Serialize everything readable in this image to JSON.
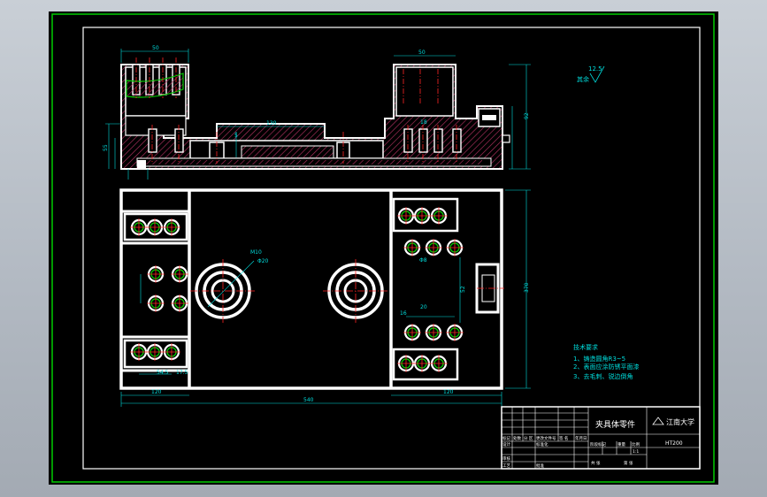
{
  "title_block": {
    "part_name": "夹具体零件",
    "school": "江南大学",
    "material": "HT200",
    "scale": "1:1",
    "hdr_mark": "标记",
    "hdr_count": "处数",
    "hdr_zone": "分 区",
    "hdr_docno": "更改文件号",
    "hdr_sign": "签 名",
    "hdr_date": "年月日",
    "hdr_stage": "阶段标记",
    "hdr_weight": "重量",
    "hdr_scale": "比例",
    "row_design": "设计",
    "row_std": "标准化",
    "row_review": "审核",
    "row_process": "工艺",
    "row_approve": "批准",
    "share": "共 张",
    "sheet": "第 张"
  },
  "tech_notes": {
    "heading": "技术要求",
    "items": [
      "1、铸造圆角R3~5",
      "2、表面应涂防锈平面漆",
      "3、去毛刺、锐边倒角"
    ]
  },
  "roughness": {
    "value": "12.5",
    "rest": "其余"
  },
  "dims": {
    "top_width": "50",
    "mid_len": "130",
    "h_right": "92",
    "h_total": "55",
    "overall": "540",
    "left_part": "120",
    "right_part": "120",
    "height_plan": "370",
    "small_a": "5",
    "small_b": "18",
    "c1": "16",
    "c2": "20",
    "c3": "17.5",
    "bolt": "M10",
    "hole": "Φ20",
    "pitch_a": "54.5",
    "pitch_b": "17.5",
    "pin": "Φ8",
    "dim_v": "52"
  }
}
